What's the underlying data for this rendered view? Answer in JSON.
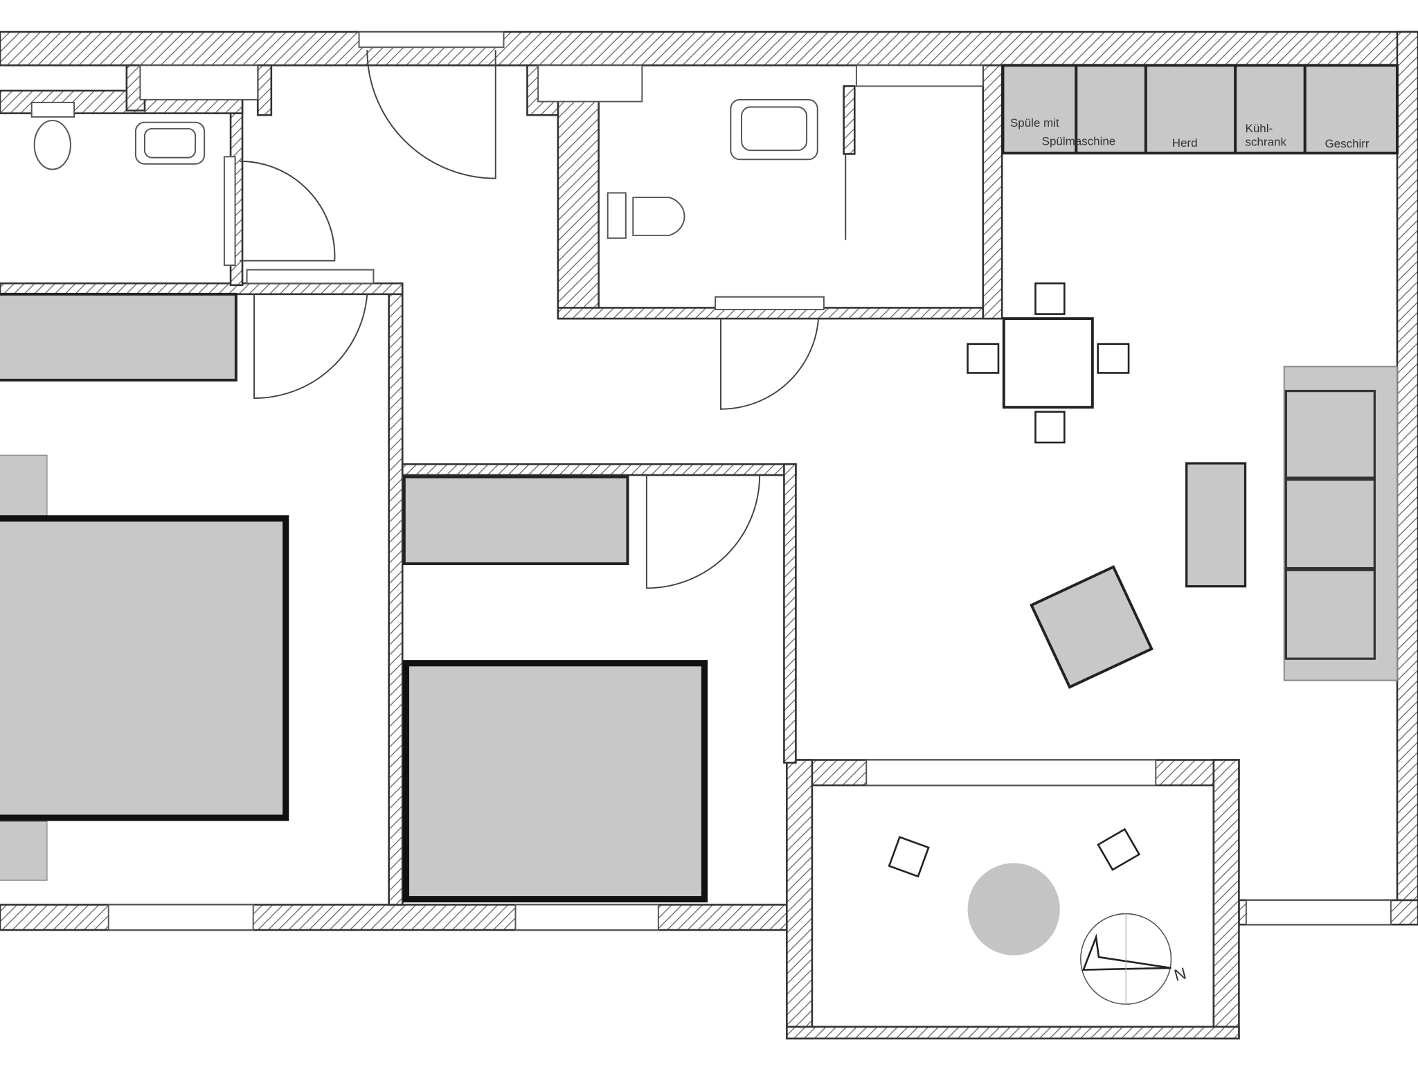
{
  "plan": {
    "kitchen": {
      "cabinets": [
        {
          "line1": "Spüle mit",
          "line2": "Spülmaschine"
        },
        {
          "line1": "",
          "line2": ""
        },
        {
          "line1": "",
          "line2": "Herd"
        },
        {
          "line1": "Kühl-",
          "line2": "schrank"
        },
        {
          "line1": "",
          "line2": "Geschirr"
        }
      ]
    },
    "compass": {
      "north_label": "N"
    },
    "colors": {
      "furniture": "#c8c8c8",
      "wall_line": "#333333",
      "background": "#ffffff"
    }
  }
}
